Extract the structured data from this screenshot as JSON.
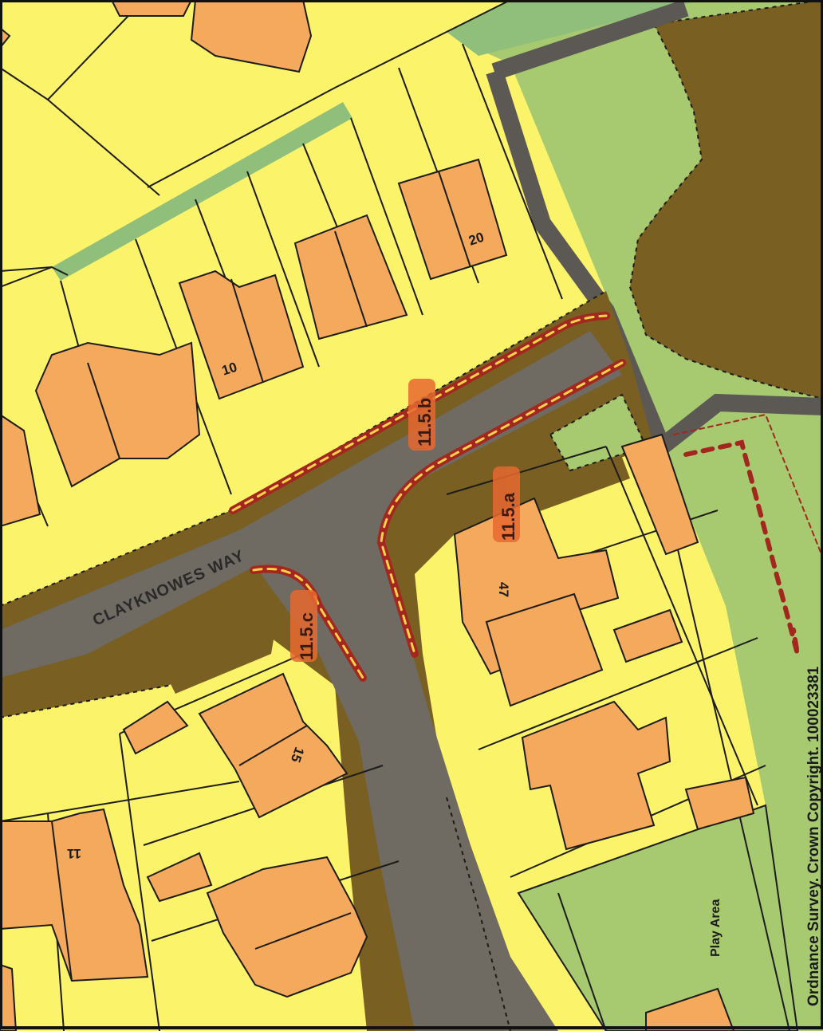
{
  "street_name": "CLAYKNOWES WAY",
  "house_numbers": [
    "10",
    "20",
    "47",
    "15",
    "11"
  ],
  "references": [
    "11.5.b",
    "11.5.a",
    "11.5.c"
  ],
  "play_area": "Play Area",
  "copyright": "Ordnance Survey. Crown Copyright. 100023381",
  "colors": {
    "plot": "#fbf36a",
    "building": "#f4a95c",
    "road": "#6f6a62",
    "verge": "#7a5f22",
    "green": "#a7c970",
    "path_green": "#8fbf7a",
    "boundary": "#1c1c1c",
    "route_red": "#a3271e",
    "route_dash": "#f6d24a",
    "ref_label_bg": "#e6682f"
  }
}
